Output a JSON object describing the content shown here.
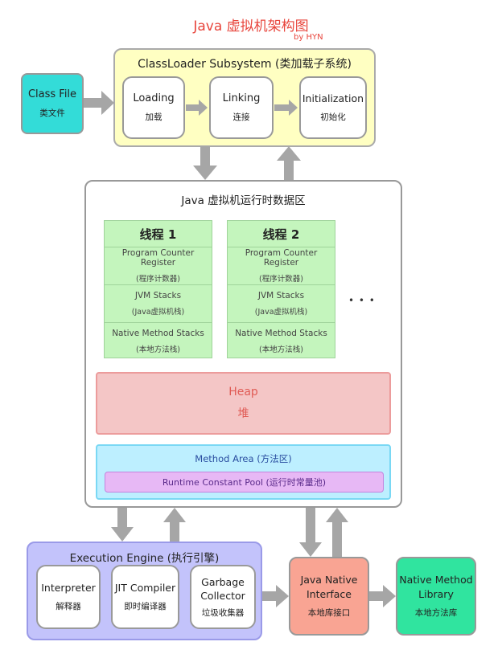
{
  "title": "Java 虚拟机架构图",
  "author": "by HYN",
  "class_file": {
    "label": "Class File",
    "sub": "类文件"
  },
  "classloader": {
    "title": "ClassLoader Subsystem (类加载子系统)",
    "steps": [
      {
        "label": "Loading",
        "sub": "加载"
      },
      {
        "label": "Linking",
        "sub": "连接"
      },
      {
        "label": "Initialization",
        "sub": "初始化"
      }
    ]
  },
  "runtime": {
    "title": "Java 虚拟机运行时数据区",
    "threads": [
      {
        "name": "线程 1",
        "pc": "Program Counter Register",
        "pc_sub": "(程序计数器)",
        "jvm": "JVM Stacks",
        "jvm_sub": "(Java虚拟机栈)",
        "native": "Native Method Stacks",
        "native_sub": "(本地方法栈)"
      },
      {
        "name": "线程 2",
        "pc": "Program Counter Register",
        "pc_sub": "(程序计数器)",
        "jvm": "JVM Stacks",
        "jvm_sub": "(Java虚拟机栈)",
        "native": "Native Method Stacks",
        "native_sub": "(本地方法栈)"
      }
    ],
    "ellipsis": "• • •",
    "heap": {
      "label": "Heap",
      "sub": "堆"
    },
    "method_area": {
      "label": "Method Area (方法区)",
      "pool": "Runtime Constant Pool (运行时常量池)"
    }
  },
  "execution": {
    "title": "Execution Engine (执行引擎)",
    "items": [
      {
        "label": "Interpreter",
        "sub": "解释器"
      },
      {
        "label": "JIT Compiler",
        "sub": "即时编译器"
      },
      {
        "label1": "Garbage",
        "label2": "Collector",
        "sub": "垃圾收集器"
      }
    ]
  },
  "jni": {
    "label1": "Java Native",
    "label2": "Interface",
    "sub": "本地库接口"
  },
  "native_lib": {
    "label1": "Native Method",
    "label2": "Library",
    "sub": "本地方法库"
  },
  "colors": {
    "title": "#e8453c",
    "class_file": "#33dcd8",
    "classloader": "#ffffc2",
    "thread": "#c4f5bd",
    "heap": "#f4c6c6",
    "method_area": "#bdefff",
    "pool": "#e7b8f5",
    "execution": "#c3c3fb",
    "jni": "#f9a493",
    "native_lib": "#30e49f",
    "arrow": "#a6a6a6"
  }
}
